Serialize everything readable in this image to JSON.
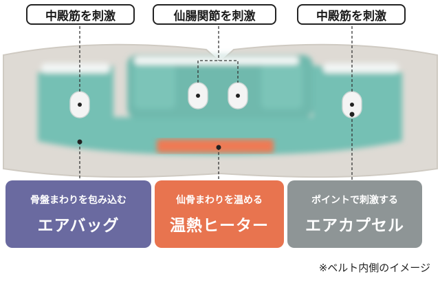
{
  "callouts": {
    "left": "中殿筋を刺激",
    "center": "仙腸関節を刺激",
    "right": "中殿筋を刺激"
  },
  "cards": [
    {
      "sub": "骨盤まわりを包み込む",
      "main": "エアバッグ",
      "color": "#6a6aa0"
    },
    {
      "sub": "仙骨まわりを温める",
      "main": "温熱ヒーター",
      "color": "#e8744f"
    },
    {
      "sub": "ポイントで刺激する",
      "main": "エアカプセル",
      "color": "#8e9596"
    }
  ],
  "note": "※ベルト内側のイメージ",
  "colors": {
    "belt": "#dedad4",
    "airbag": "#75c0b4",
    "heater": "#ee7a55",
    "capsule": "#f4f4f4",
    "dot": "#222222"
  }
}
